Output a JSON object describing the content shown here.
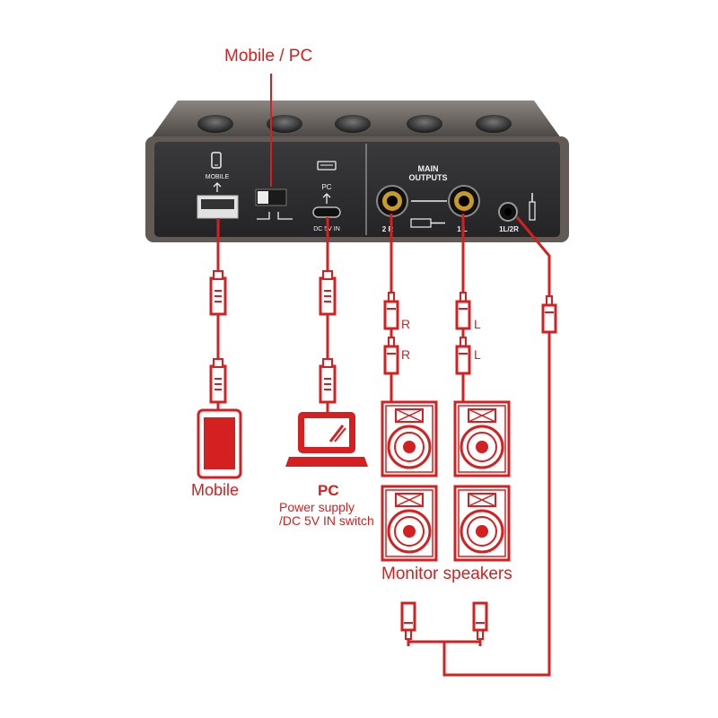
{
  "switch_label": "Mobile / PC",
  "device": {
    "main_outputs_line1": "MAIN",
    "main_outputs_line2": "OUTPUTS",
    "mobile_port_label": "MOBILE",
    "pc_port_label": "PC",
    "dc_in_label": "DC 5V IN",
    "output_2r_label": "2 R",
    "output_1l_label": "1 L",
    "headphone_label": "1L/2R"
  },
  "cable_letters": {
    "right_top": "R",
    "right_bottom": "R",
    "left_top": "L",
    "left_bottom": "L"
  },
  "mobile_label": "Mobile",
  "pc_label": "PC",
  "pc_description": "Power supply /DC 5V IN switch",
  "monitor_label": "Monitor speakers",
  "colors": {
    "accent_red": "#d42020",
    "device_body": "#2e2e30",
    "device_frame": "#5a5450",
    "jack_gold": "#c79a2a"
  },
  "icons": [
    "phone-icon",
    "usb-icon",
    "laptop-icon",
    "speaker-icon",
    "trs-plug-icon",
    "headphone-plug-icon"
  ]
}
